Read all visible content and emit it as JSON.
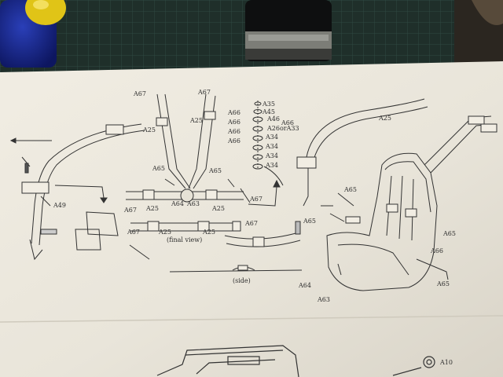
{
  "labels": {
    "a67_top_left": "A67",
    "a67_top_right": "A67",
    "a35": "A35",
    "a45": "A45",
    "a46": "A46",
    "a26_a33": "A26orA33",
    "a66_1": "A66",
    "a66_2": "A66",
    "a66_3": "A66",
    "a66_4": "A66",
    "a66_right": "A66",
    "a34_1": "A34",
    "a34_2": "A34",
    "a34_3": "A34",
    "a34_4": "A34",
    "a25_1": "A25",
    "a25_2": "A25",
    "a25_3": "A25",
    "a25_4": "A25",
    "a25_5": "A25",
    "a25_6": "A25",
    "a25_seat": "A25",
    "a65_1": "A65",
    "a65_2": "A65",
    "a65_3": "A65",
    "a65_4": "A65",
    "a65_5": "A65",
    "a65_6": "A65",
    "a67_mid_left": "A67",
    "a67_mid_right": "A67",
    "a67_low_left": "A67",
    "a67_low_right": "A67",
    "a64_center": "A64",
    "a63_center": "A63",
    "a49": "A49",
    "a64_seat": "A64",
    "a63_seat": "A63",
    "a10": "A10",
    "final_view": "(final view)",
    "side": "(side)"
  }
}
